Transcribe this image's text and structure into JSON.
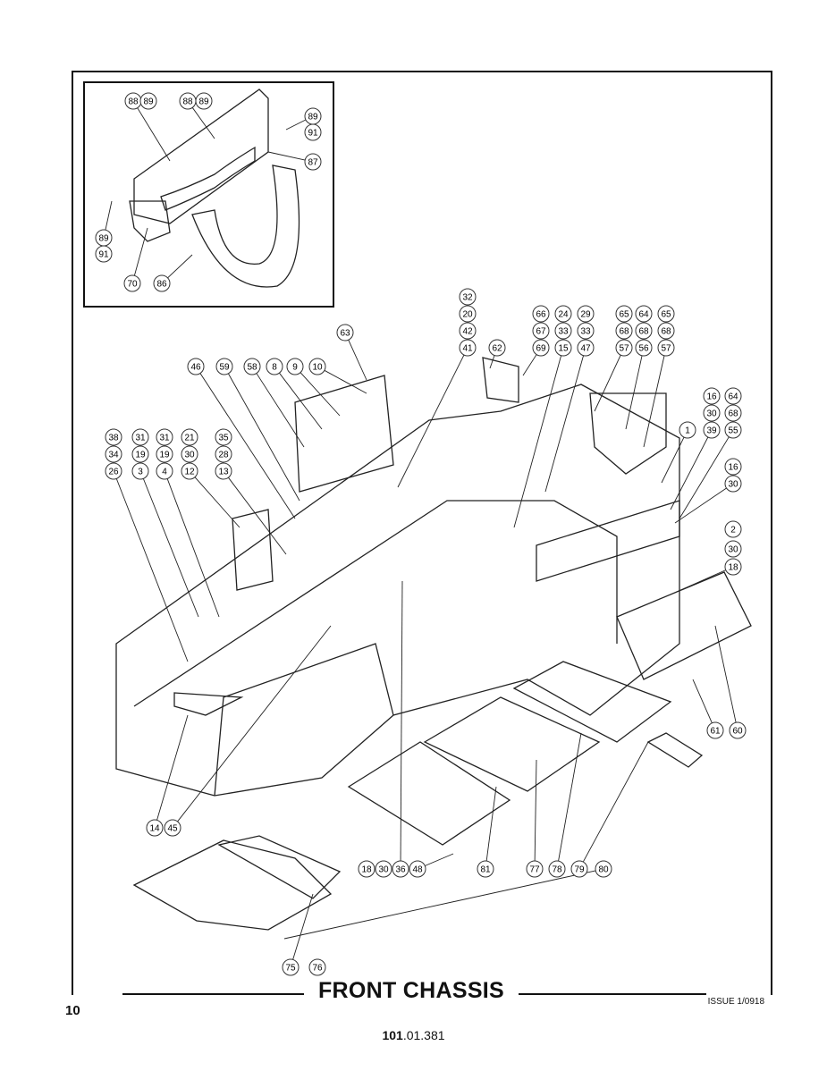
{
  "page": {
    "title": "FRONT CHASSIS",
    "page_number": "10",
    "issue": "ISSUE 1/0918",
    "reference_bold": "101",
    "reference_rest": ".01.381"
  },
  "inset_callouts": [
    "88",
    "89",
    "88",
    "89",
    "89",
    "91",
    "87",
    "89",
    "91",
    "70",
    "86"
  ],
  "main_callouts": [
    "32",
    "20",
    "42",
    "41",
    "63",
    "62",
    "66",
    "24",
    "29",
    "67",
    "33",
    "33",
    "69",
    "15",
    "47",
    "65",
    "64",
    "65",
    "68",
    "68",
    "68",
    "57",
    "56",
    "57",
    "46",
    "59",
    "58",
    "8",
    "9",
    "10",
    "16",
    "64",
    "30",
    "68",
    "1",
    "39",
    "55",
    "16",
    "30",
    "38",
    "31",
    "31",
    "21",
    "35",
    "34",
    "19",
    "19",
    "30",
    "28",
    "26",
    "3",
    "4",
    "12",
    "13",
    "2",
    "30",
    "18",
    "61",
    "60",
    "14",
    "45",
    "18",
    "30",
    "36",
    "48",
    "81",
    "77",
    "78",
    "79",
    "80",
    "75",
    "76"
  ]
}
